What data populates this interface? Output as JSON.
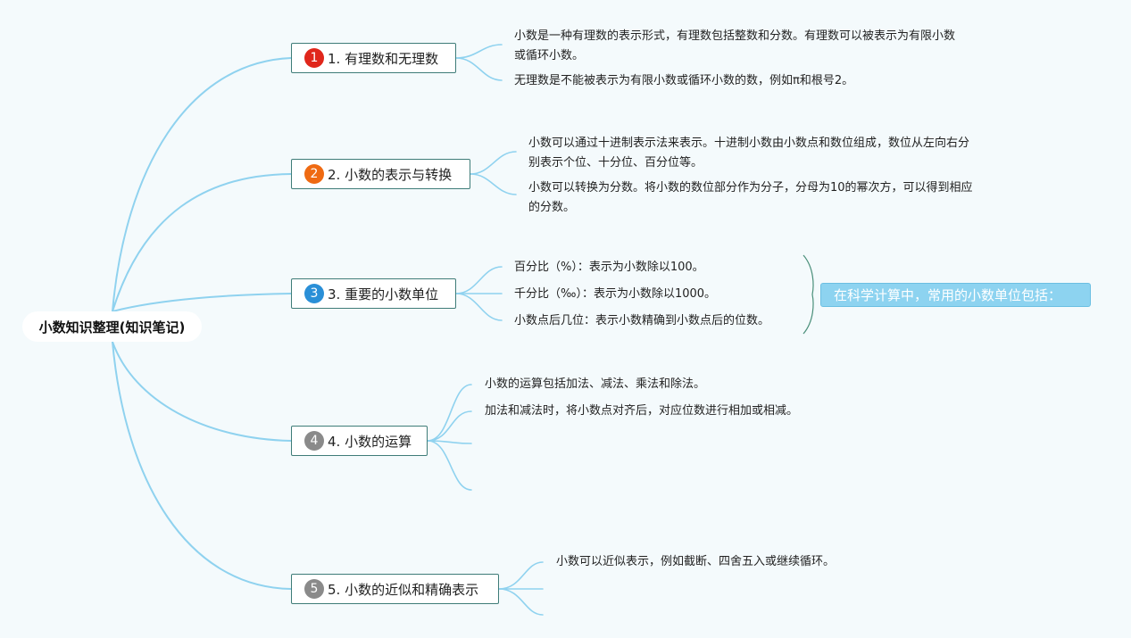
{
  "root": {
    "label": "小数知识整理(知识笔记)"
  },
  "topics": [
    {
      "marker": "1",
      "label": "1. 有理数和无理数"
    },
    {
      "marker": "2",
      "label": "2. 小数的表示与转换"
    },
    {
      "marker": "3",
      "label": "3. 重要的小数单位"
    },
    {
      "marker": "4",
      "label": "4. 小数的运算"
    },
    {
      "marker": "5",
      "label": "5. 小数的近似和精确表示"
    }
  ],
  "leaves": {
    "t1": [
      "小数是一种有理数的表示形式，有理数包括整数和分数。有理数可以被表示为有限小数或循环小数。",
      "无理数是不能被表示为有限小数或循环小数的数，例如π和根号2。"
    ],
    "t2": [
      "小数可以通过十进制表示法来表示。十进制小数由小数点和数位组成，数位从左向右分别表示个位、十分位、百分位等。",
      "小数可以转换为分数。将小数的数位部分作为分子，分母为10的幂次方，可以得到相应的分数。"
    ],
    "t3": [
      "百分比（%）：表示为小数除以100。",
      "千分比（‰）：表示为小数除以1000。",
      "小数点后几位：表示小数精确到小数点后的位数。"
    ],
    "t4": [
      "小数的运算包括加法、减法、乘法和除法。",
      "加法和减法时，将小数点对齐后，对应位数进行相加或相减。"
    ],
    "t5": [
      "小数可以近似表示，例如截断、四舍五入或继续循环。"
    ]
  },
  "summary": {
    "label": "在科学计算中，常用的小数单位包括："
  },
  "colors": {
    "branch": "#8fd2ef",
    "topic_border": "#3e7c78",
    "marker_1": "#e0261b",
    "marker_2": "#ef6a12",
    "marker_3": "#2a8fd7",
    "marker_4": "#8a8a8a",
    "marker_5": "#8a8a8a",
    "callout": "#8dd3f0"
  }
}
